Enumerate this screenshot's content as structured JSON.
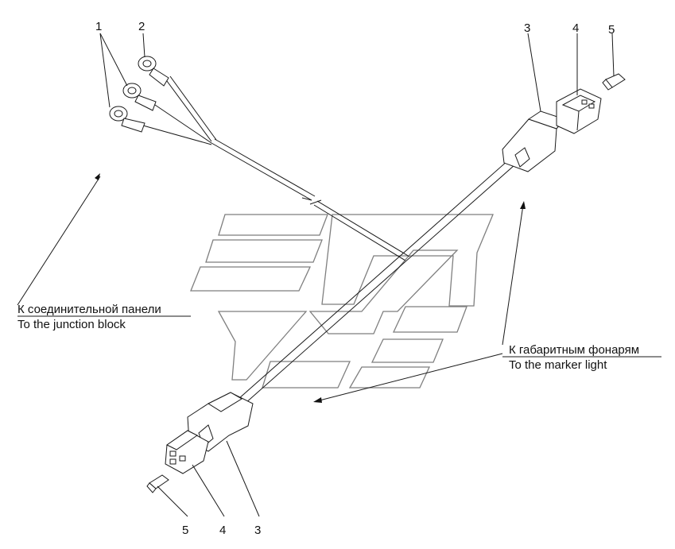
{
  "callouts": {
    "ring_terminals": "1",
    "ring_terminal_single": "2",
    "housing_top": "3",
    "connector_top": "4",
    "pin_top": "5",
    "pin_bottom": "5",
    "connector_bottom": "4",
    "housing_bottom": "3"
  },
  "labels": {
    "junction_ru": "К соединительной панели",
    "junction_en": "To the junction block",
    "marker_ru": "К габаритным фонарям",
    "marker_en": "To the marker light"
  }
}
